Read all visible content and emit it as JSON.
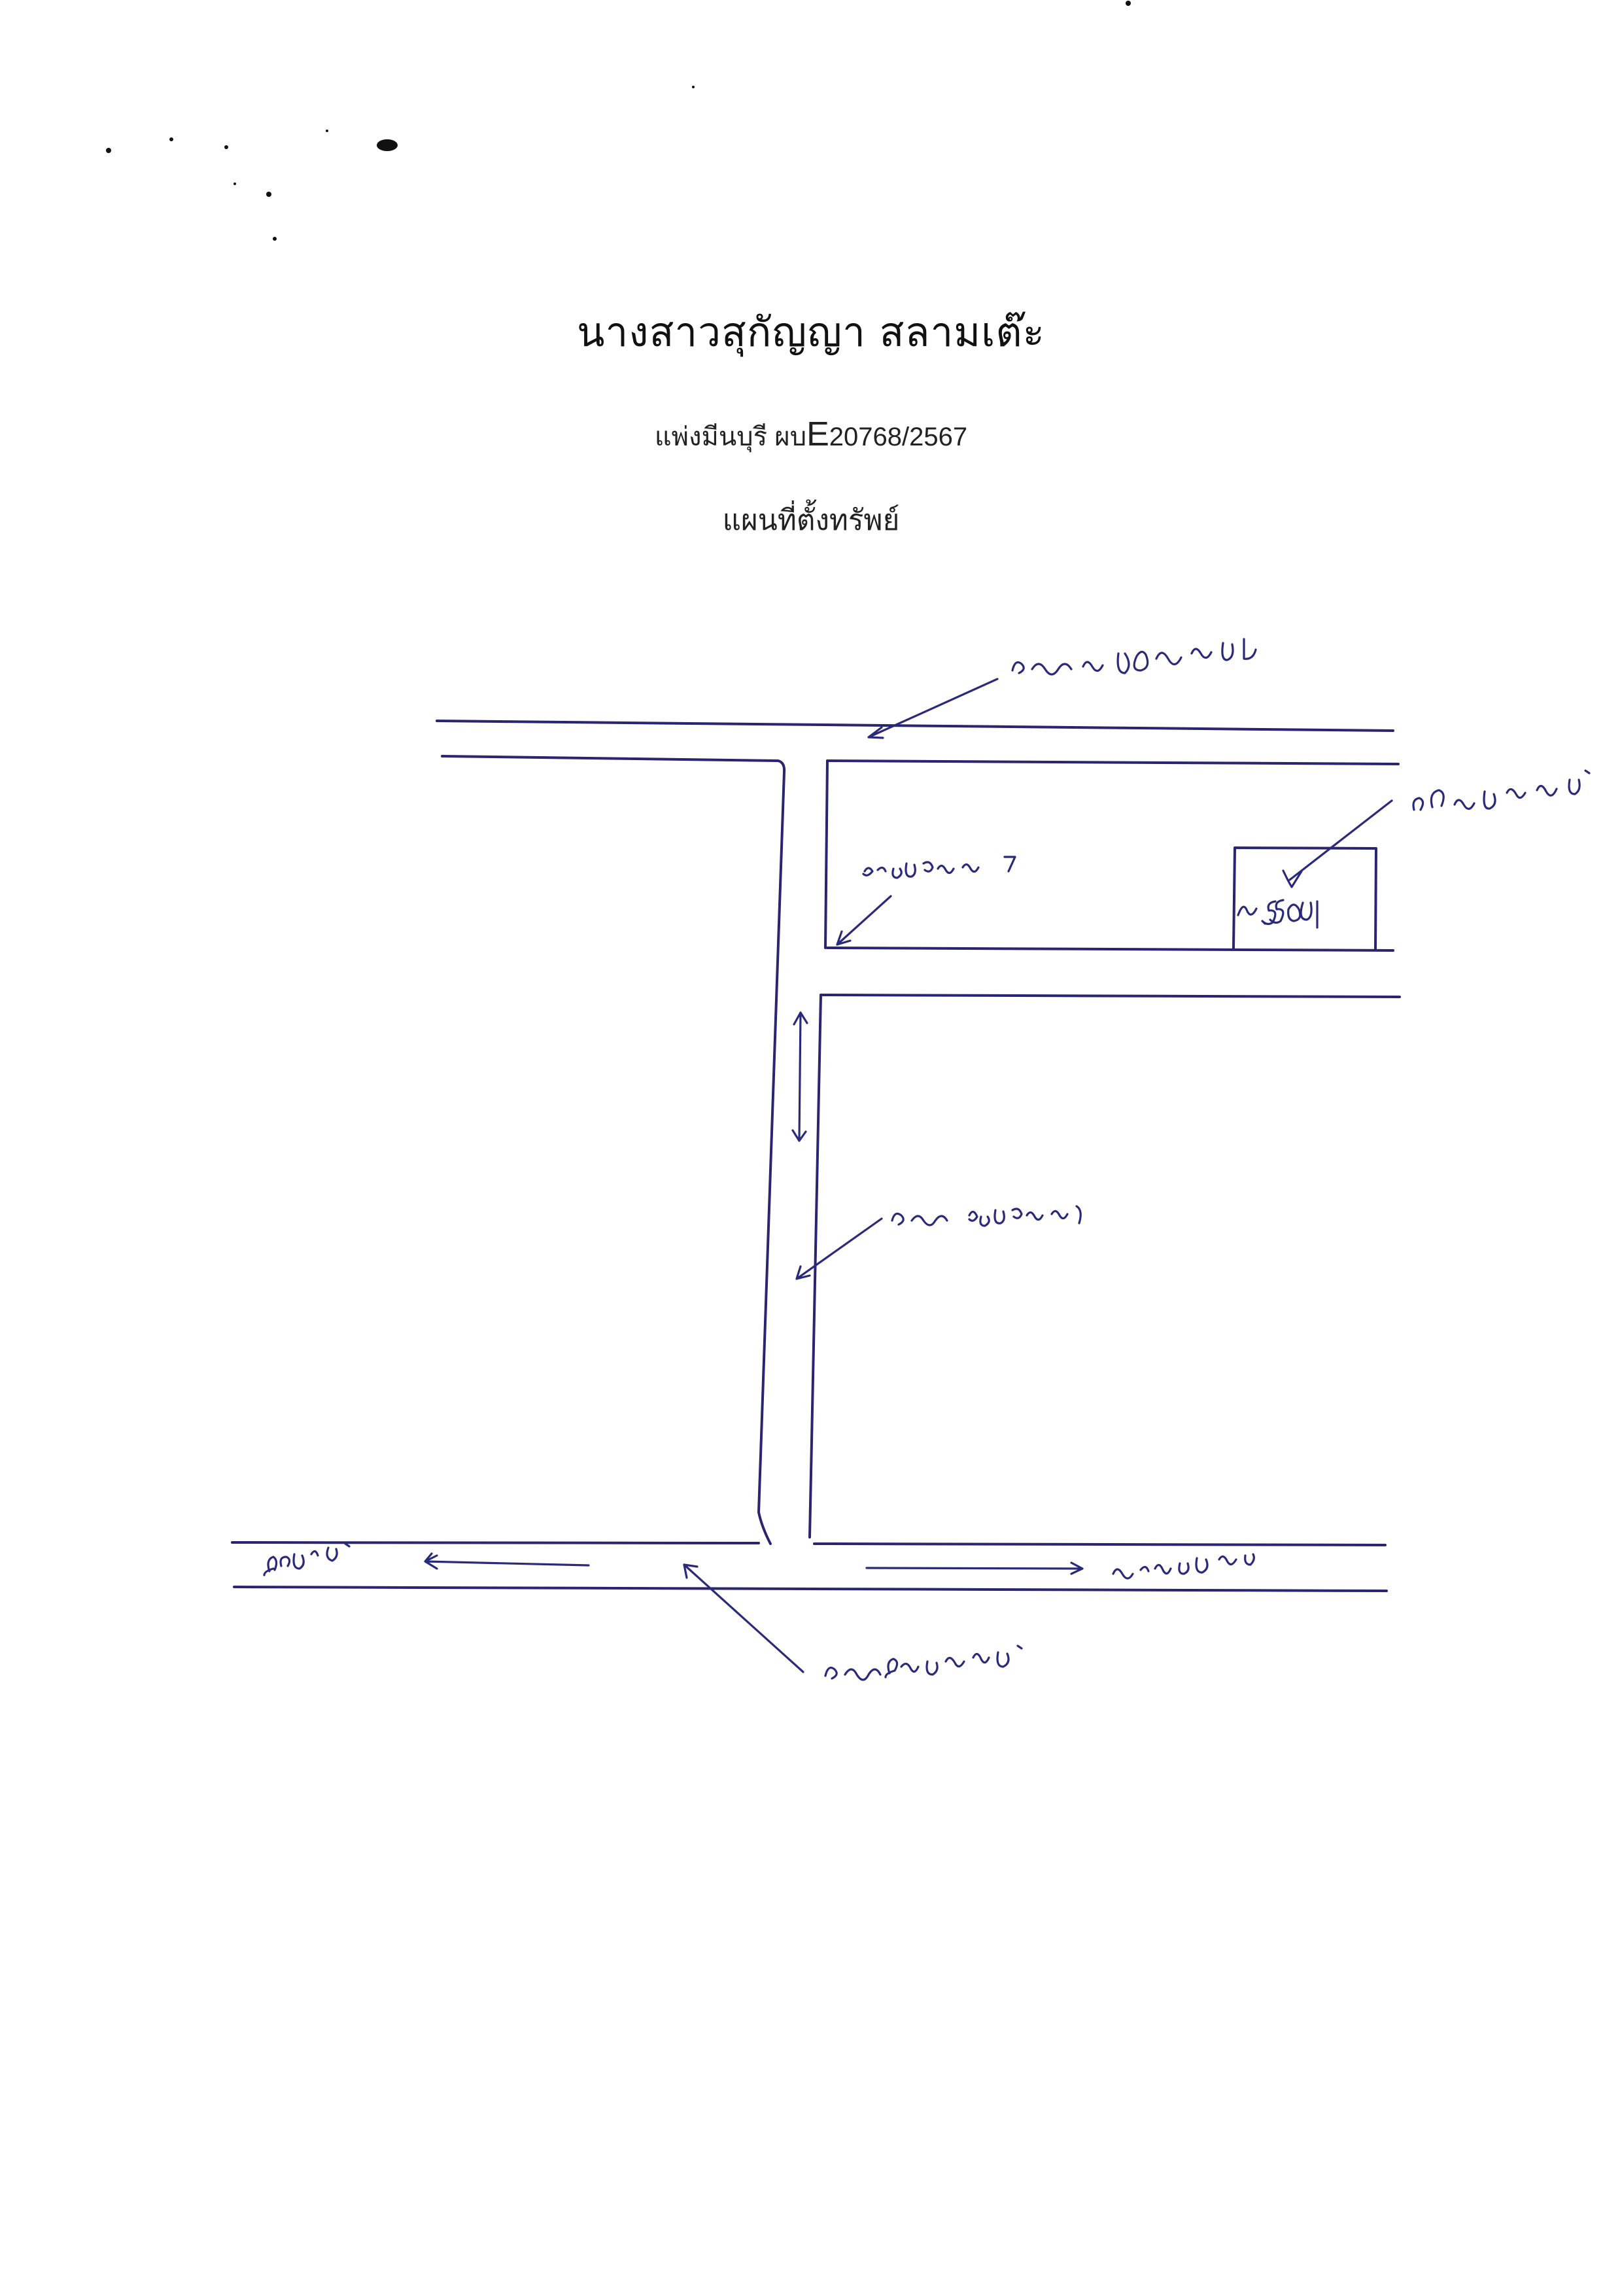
{
  "document": {
    "title": "นางสาวสุกัญญา สลามเต๊ะ",
    "subtitle_prefix": "แพ่งมีนบุรี ผบ",
    "subtitle_letter": "E",
    "subtitle_number": "20768/2567",
    "map_title": "แผนที่ตั้งทรัพย์"
  },
  "map": {
    "ink_color": "#2b2a7a",
    "icons": [
      "arrow-icon",
      "double-arrow-icon",
      "property-marker-icon"
    ]
  }
}
